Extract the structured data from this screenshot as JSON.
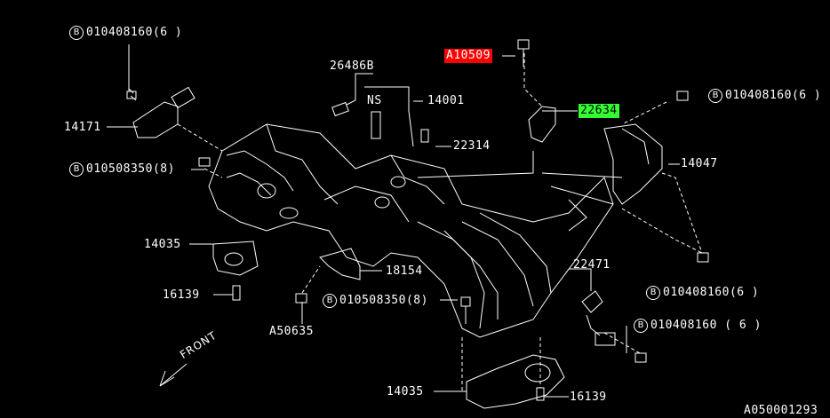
{
  "diagram": {
    "labels": {
      "bolt_top_left": "010408160(6 )",
      "part_14171": "14171",
      "bolt_left_mid": "010508350(8)",
      "part_14035_left": "14035",
      "part_16139_left": "16139",
      "part_26486b": "26486B",
      "ns": "NS",
      "part_14001": "14001",
      "part_22314": "22314",
      "part_a10509": "A10509",
      "part_22634": "22634",
      "bolt_right_top": "010408160(6 )",
      "part_14047": "14047",
      "part_18154": "18154",
      "bolt_center": "010508350(8)",
      "part_a50635": "A50635",
      "part_22471": "22471",
      "bolt_right_mid": "010408160(6 )",
      "bolt_right_low": "010408160 ( 6 )",
      "part_14035_bottom": "14035",
      "part_16139_bottom": "16139",
      "figure_code": "A050001293",
      "front": "FRONT"
    },
    "bolt_symbol": "B",
    "colors": {
      "background": "#000000",
      "line": "#ffffff",
      "highlight_red": "#ff0000",
      "highlight_green": "#33ff33"
    }
  }
}
